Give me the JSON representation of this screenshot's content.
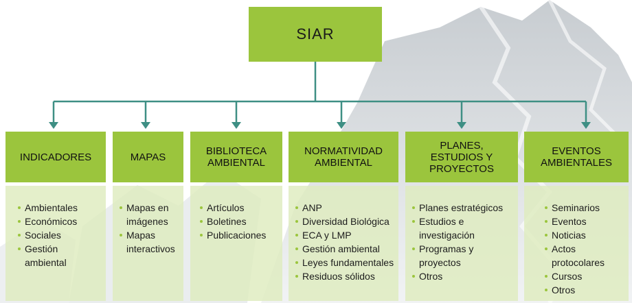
{
  "root": {
    "label": "SIAR"
  },
  "columns": [
    {
      "title": "INDICADORES",
      "items": [
        "Ambientales",
        "Económicos",
        "Sociales",
        "Gestión ambiental"
      ]
    },
    {
      "title": "MAPAS",
      "items": [
        "Mapas en imágenes",
        "Mapas interactivos"
      ]
    },
    {
      "title": "BIBLIOTECA AMBIENTAL",
      "items": [
        "Artículos",
        "Boletines",
        "Publicaciones"
      ]
    },
    {
      "title": "NORMATIVIDAD AMBIENTAL",
      "items": [
        "ANP",
        "Diversidad Biológica",
        "ECA y LMP",
        "Gestión ambiental",
        "Leyes fundamentales",
        "Residuos sólidos"
      ]
    },
    {
      "title": "PLANES, ESTUDIOS Y PROYECTOS",
      "items": [
        "Planes estratégicos",
        "Estudios e investigación",
        "Programas y proyectos",
        "Otros"
      ]
    },
    {
      "title": "EVENTOS AMBIENTALES",
      "items": [
        "Seminarios",
        "Eventos",
        "Noticias",
        "Actos protocolares",
        "Cursos",
        "Otros"
      ]
    }
  ],
  "colors": {
    "box": "#9bc53d",
    "panel": "#deecbe",
    "connector": "#3e8f84",
    "bullet": "#9bc53d"
  }
}
